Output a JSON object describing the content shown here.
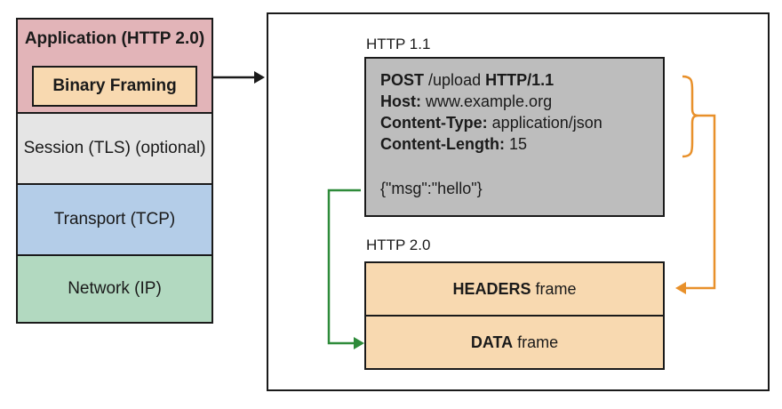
{
  "stack": {
    "application": "Application (HTTP 2.0)",
    "binary_framing": "Binary Framing",
    "session": "Session (TLS) (optional)",
    "transport": "Transport (TCP)",
    "network": "Network (IP)"
  },
  "http11": {
    "label": "HTTP 1.1",
    "request": {
      "method": "POST",
      "path": "/upload",
      "version": "HTTP/1.1",
      "host_key": "Host:",
      "host_val": "www.example.org",
      "ctype_key": "Content-Type:",
      "ctype_val": "application/json",
      "clen_key": "Content-Length:",
      "clen_val": "15",
      "body": "{\"msg\":\"hello\"}"
    }
  },
  "http20": {
    "label": "HTTP 2.0",
    "headers_frame_strong": "HEADERS",
    "headers_frame_rest": "frame",
    "data_frame_strong": "DATA",
    "data_frame_rest": "frame"
  },
  "colors": {
    "application": "#e2b4b8",
    "binary_framing": "#f8d9b0",
    "session": "#e5e5e5",
    "transport": "#b4cde8",
    "network": "#b2d9c0",
    "request_box": "#bdbdbd",
    "headers_arrow": "#e8902a",
    "data_arrow": "#2e8b3a"
  }
}
